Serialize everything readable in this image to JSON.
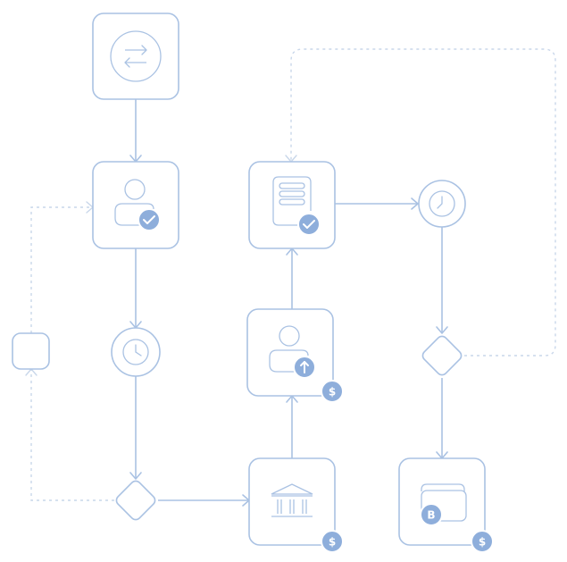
{
  "diagram": {
    "type": "workflow",
    "colors": {
      "line": "#aac2e3",
      "dashed_line": "#c9d7ea",
      "badge": "#8eaedb",
      "background": "#ffffff"
    },
    "nodes": [
      {
        "name": "exchange-node",
        "shape": "rounded-square",
        "icon": "exchange-arrows-icon"
      },
      {
        "name": "verified-user-node",
        "shape": "rounded-square",
        "icon": "user-icon",
        "badge": "check-icon"
      },
      {
        "name": "timer-node-1",
        "shape": "circle",
        "icon": "clock-icon"
      },
      {
        "name": "decision-node-1",
        "shape": "diamond"
      },
      {
        "name": "side-node",
        "shape": "rounded-square-small"
      },
      {
        "name": "bank-node",
        "shape": "rounded-square",
        "icon": "bank-icon",
        "badge": "dollar-icon"
      },
      {
        "name": "user-upload-node",
        "shape": "rounded-square",
        "icon": "user-icon",
        "badge": "upload-arrow-icon",
        "extra_badge": "dollar-icon"
      },
      {
        "name": "approved-document-node",
        "shape": "rounded-square",
        "icon": "document-icon",
        "badge": "check-icon"
      },
      {
        "name": "timer-node-2",
        "shape": "circle",
        "icon": "clock-icon"
      },
      {
        "name": "decision-node-2",
        "shape": "diamond"
      },
      {
        "name": "wallet-node",
        "shape": "rounded-square",
        "icon": "wallet-icon",
        "badge": "bitcoin-icon",
        "extra_badge": "dollar-icon"
      }
    ],
    "badges": {
      "dollar": "$",
      "bitcoin": "B"
    }
  }
}
